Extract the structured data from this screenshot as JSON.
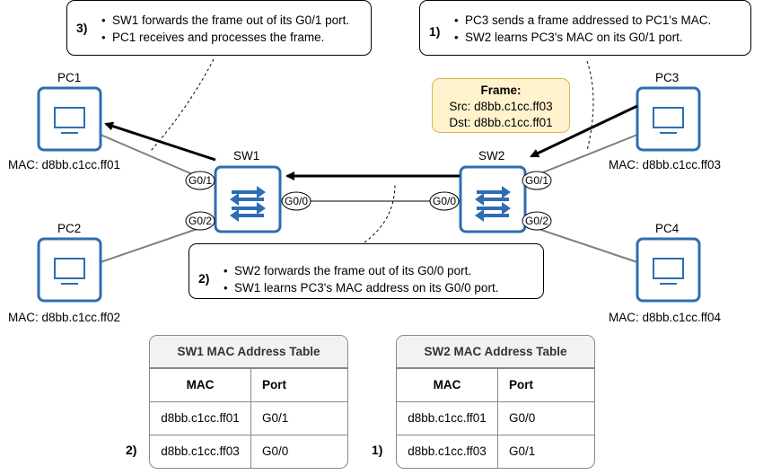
{
  "callouts": [
    {
      "step": "3)",
      "lines": [
        "SW1 forwards the frame out of its G0/1 port.",
        "PC1 receives and processes the frame."
      ]
    },
    {
      "step": "1)",
      "lines": [
        "PC3 sends a frame addressed to PC1's MAC.",
        "SW2 learns PC3's MAC on its G0/1 port."
      ]
    },
    {
      "step": "2)",
      "lines": [
        "SW2 forwards the frame out of its G0/0 port.",
        "SW1 learns PC3's MAC address on its G0/0 port."
      ]
    }
  ],
  "frame": {
    "title": "Frame:",
    "src": "Src: d8bb.c1cc.ff03",
    "dst": "Dst: d8bb.c1cc.ff01"
  },
  "pcs": [
    {
      "name": "PC1",
      "mac": "MAC: d8bb.c1cc.ff01"
    },
    {
      "name": "PC2",
      "mac": "MAC: d8bb.c1cc.ff02"
    },
    {
      "name": "PC3",
      "mac": "MAC: d8bb.c1cc.ff03"
    },
    {
      "name": "PC4",
      "mac": "MAC: d8bb.c1cc.ff04"
    }
  ],
  "switches": [
    {
      "name": "SW1",
      "ports": [
        "G0/1",
        "G0/2",
        "G0/0"
      ]
    },
    {
      "name": "SW2",
      "ports": [
        "G0/0",
        "G0/1",
        "G0/2"
      ]
    }
  ],
  "tables": [
    {
      "title": "SW1 MAC Address Table",
      "col_mac": "MAC",
      "col_port": "Port",
      "rows": [
        {
          "mac": "d8bb.c1cc.ff01",
          "port": "G0/1",
          "step": ""
        },
        {
          "mac": "d8bb.c1cc.ff03",
          "port": "G0/0",
          "step": "2)"
        }
      ]
    },
    {
      "title": "SW2 MAC Address Table",
      "col_mac": "MAC",
      "col_port": "Port",
      "rows": [
        {
          "mac": "d8bb.c1cc.ff01",
          "port": "G0/0",
          "step": ""
        },
        {
          "mac": "d8bb.c1cc.ff03",
          "port": "G0/1",
          "step": "1)"
        }
      ]
    }
  ],
  "colors": {
    "device_blue": "#2e6db4",
    "link_gray": "#7f7f7f",
    "frame_fill": "#fff2cc",
    "frame_border": "#d6b656"
  }
}
